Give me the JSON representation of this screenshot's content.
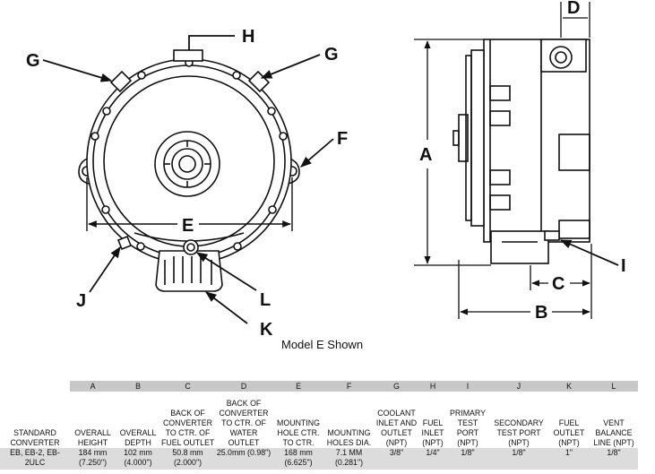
{
  "callouts": {
    "front": {
      "G_left": "G",
      "G_right": "G",
      "H": "H",
      "F": "F",
      "E": "E",
      "J": "J",
      "L": "L",
      "K": "K"
    },
    "side": {
      "D": "D",
      "A": "A",
      "C": "C",
      "B": "B",
      "I": "I"
    }
  },
  "caption": "Model E Shown",
  "table": {
    "columns": [
      {
        "letter": "",
        "header": [
          "STANDARD",
          "CONVERTER"
        ],
        "value": [
          "EB, EB-2,   EB-",
          "2ULC"
        ]
      },
      {
        "letter": "A",
        "header": [
          "OVERALL",
          "HEIGHT"
        ],
        "value": [
          "184 mm",
          "(7.250\")"
        ]
      },
      {
        "letter": "B",
        "header": [
          "OVERALL",
          "DEPTH"
        ],
        "value": [
          "102 mm",
          "(4.000\")"
        ]
      },
      {
        "letter": "C",
        "header": [
          "BACK OF",
          "CONVERTER",
          "TO CTR. OF",
          "FUEL OUTLET"
        ],
        "value": [
          "50.8 mm",
          "(2.000\")"
        ]
      },
      {
        "letter": "D",
        "header": [
          "BACK OF",
          "CONVERTER",
          "TO CTR. OF",
          "WATER",
          "OUTLET"
        ],
        "value": [
          "25.0mm (0.98\")",
          ""
        ]
      },
      {
        "letter": "E",
        "header": [
          "MOUNTING",
          "HOLE CTR.",
          "TO CTR."
        ],
        "value": [
          "168 mm",
          "(6.625\")"
        ]
      },
      {
        "letter": "F",
        "header": [
          "MOUNTING",
          "HOLES DIA."
        ],
        "value": [
          "7.1 MM",
          "(0.281\")"
        ]
      },
      {
        "letter": "G",
        "header": [
          "COOLANT",
          "INLET AND",
          "OUTLET",
          "(NPT)"
        ],
        "value": [
          "3/8\"",
          ""
        ]
      },
      {
        "letter": "H",
        "header": [
          "FUEL",
          "INLET",
          "(NPT)"
        ],
        "value": [
          "1/4\"",
          ""
        ]
      },
      {
        "letter": "I",
        "header": [
          "PRIMARY",
          "TEST",
          "PORT",
          "(NPT)"
        ],
        "value": [
          "1/8\"",
          ""
        ]
      },
      {
        "letter": "J",
        "header": [
          "SECONDARY",
          "TEST PORT",
          "(NPT)"
        ],
        "value": [
          "1/8\"",
          ""
        ]
      },
      {
        "letter": "K",
        "header": [
          "FUEL",
          "OUTLET",
          "(NPT)"
        ],
        "value": [
          "1\"",
          ""
        ]
      },
      {
        "letter": "L",
        "header": [
          "VENT",
          "BALANCE",
          "LINE (NPT)"
        ],
        "value": [
          "1/8\"",
          ""
        ]
      }
    ]
  }
}
